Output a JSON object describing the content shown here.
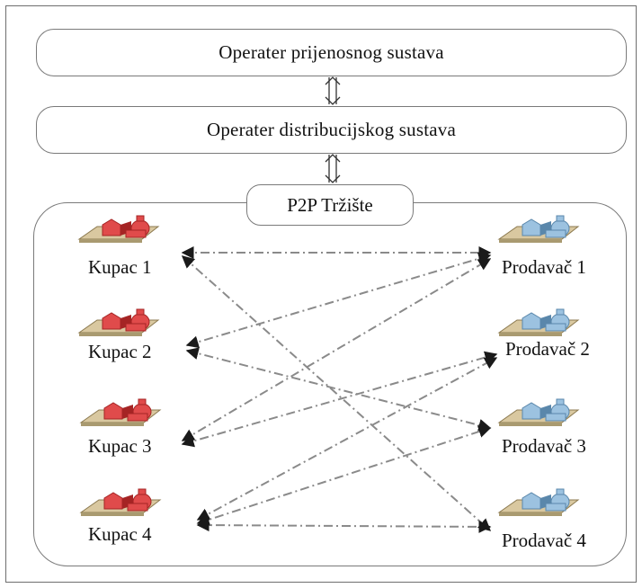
{
  "top_box": "Operater prijenosnog sustava",
  "middle_box": "Operater distribucijskog sustava",
  "market": "P2P Tržište",
  "buyers": [
    "Kupac 1",
    "Kupac 2",
    "Kupac 3",
    "Kupac 4"
  ],
  "sellers": [
    "Prodavač 1",
    "Prodavač 2",
    "Prodavač 3",
    "Prodavač 4"
  ],
  "colors": {
    "buyer_icon": "#e04b4b",
    "seller_icon": "#8fb6d6",
    "arrow": "#8a8a8a",
    "border": "#7a7a7a"
  }
}
